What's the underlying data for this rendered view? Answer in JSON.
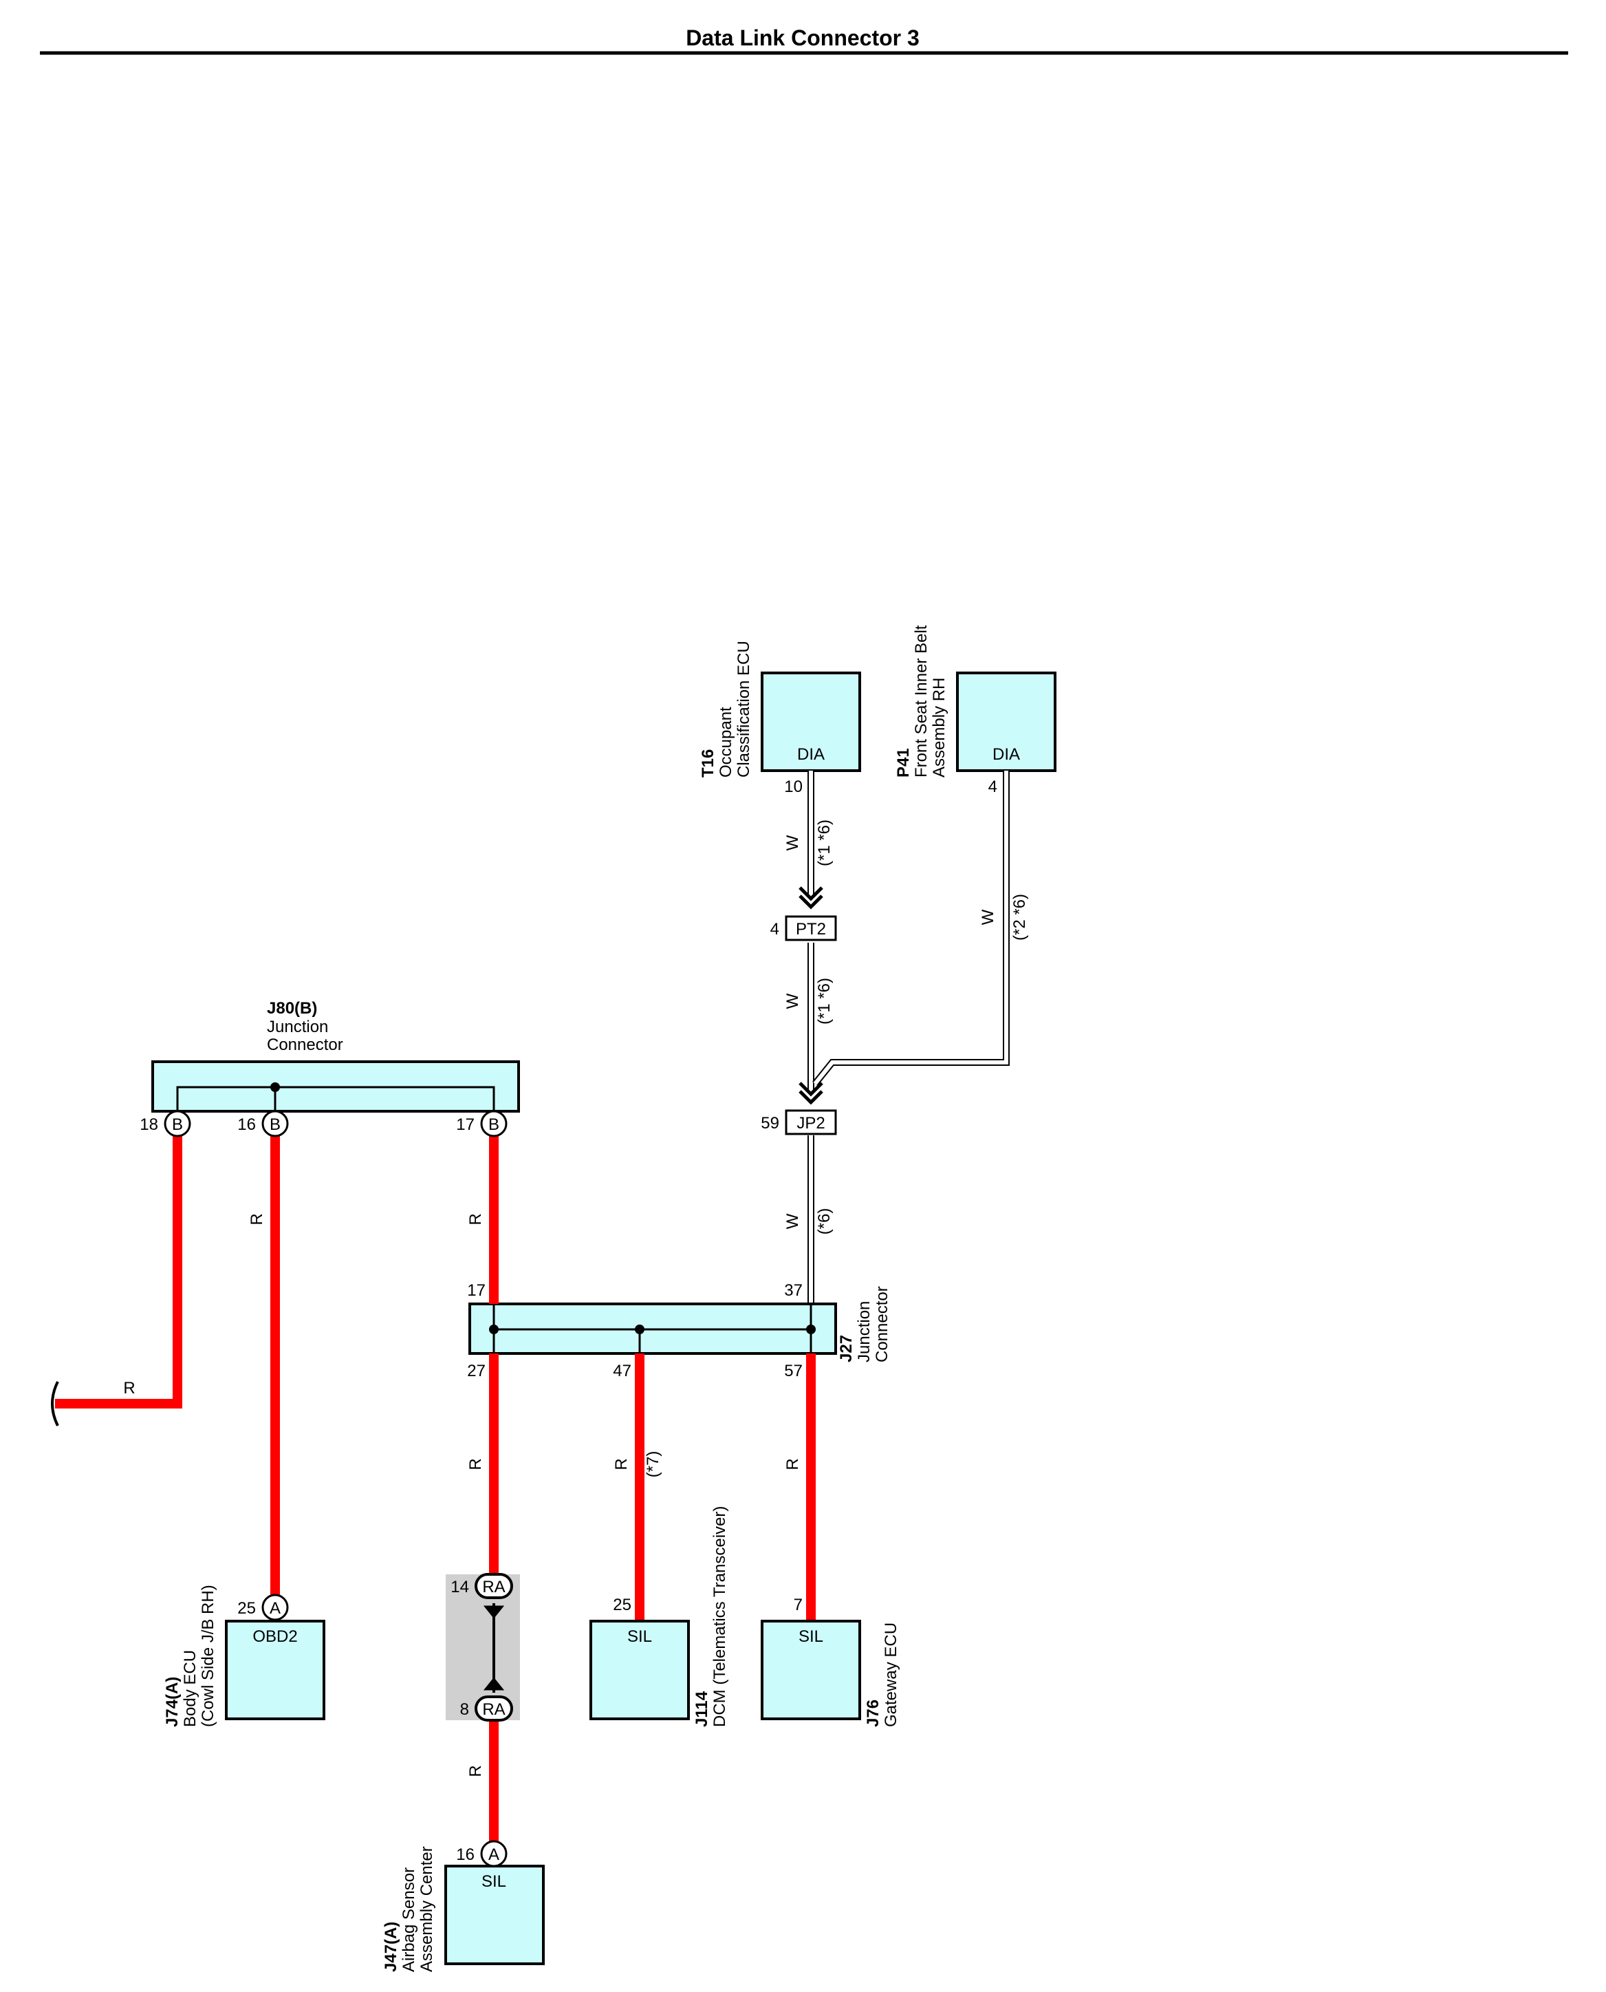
{
  "title": "Data Link Connector 3",
  "components": {
    "t16": {
      "code": "T16",
      "name_line1": "Occupant",
      "name_line2": "Classification ECU",
      "terminal": "DIA",
      "pin": "10"
    },
    "p41": {
      "code": "P41",
      "name_line1": "Front Seat Inner Belt",
      "name_line2": "Assembly RH",
      "terminal": "DIA",
      "pin": "4"
    },
    "j80": {
      "code": "J80(B)",
      "name_line1": "Junction",
      "name_line2": "Connector",
      "pins": [
        "18",
        "16",
        "17"
      ],
      "connector": "B"
    },
    "j27": {
      "code": "J27",
      "name_line1": "Junction",
      "name_line2": "Connector",
      "top_pins": [
        "17",
        "37"
      ],
      "bottom_pins": [
        "27",
        "47",
        "57"
      ]
    },
    "j74": {
      "code": "J74(A)",
      "name_line1": "Body ECU",
      "name_line2": "(Cowl Side J/B RH)",
      "terminal": "OBD2",
      "pin": "25",
      "connector": "A"
    },
    "j114": {
      "code": "J114",
      "name_line1": "DCM (Telematics Transceiver)",
      "terminal": "SIL",
      "pin": "25"
    },
    "j76": {
      "code": "J76",
      "name_line1": "Gateway ECU",
      "terminal": "SIL",
      "pin": "7"
    },
    "j47": {
      "code": "J47(A)",
      "name_line1": "Airbag Sensor",
      "name_line2": "Assembly Center",
      "terminal": "SIL",
      "pin": "16",
      "connector": "A"
    }
  },
  "connectors": {
    "pt2": {
      "label": "PT2",
      "pin": "4"
    },
    "jp2": {
      "label": "JP2",
      "pin": "59"
    },
    "ra_top": {
      "label": "RA",
      "pin": "14"
    },
    "ra_bottom": {
      "label": "RA",
      "pin": "8"
    }
  },
  "wires": {
    "w_color": "W",
    "r_color": "R",
    "note_16": "(*1 *6)",
    "note_26": "(*2 *6)",
    "note_6": "(*6)",
    "note_7": "(*7)"
  },
  "colors": {
    "wire_red": "#ff0000",
    "box_fill": "#ccfbfc",
    "highlight": "#d0d0d0"
  }
}
